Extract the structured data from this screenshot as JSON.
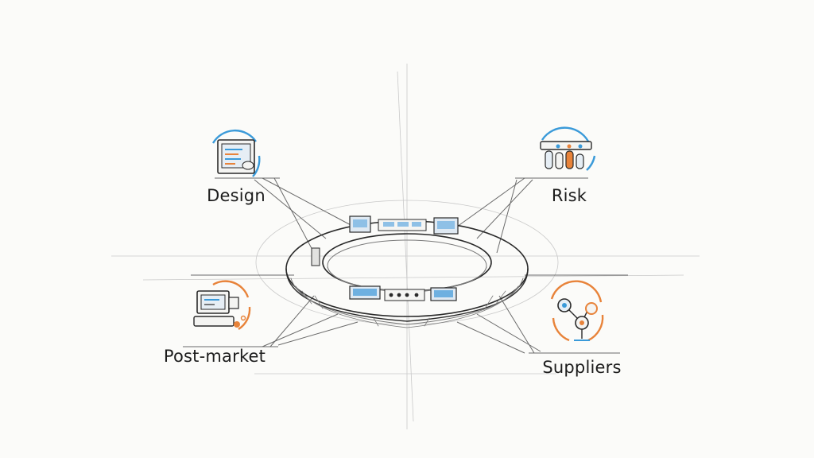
{
  "colors": {
    "background": "#fbfbf9",
    "ink": "#2a2a2a",
    "accent_blue": "#3a9ad9",
    "accent_orange": "#e8833a"
  },
  "center": {
    "icon": "ring-console-icon"
  },
  "nodes": [
    {
      "id": "design",
      "label": "Design",
      "icon": "monitor-document-icon",
      "accent": "#3a9ad9"
    },
    {
      "id": "risk",
      "label": "Risk",
      "icon": "lab-equipment-icon",
      "accent": "#3a9ad9"
    },
    {
      "id": "post_market",
      "label": "Post-market",
      "icon": "computer-printer-icon",
      "accent": "#e8833a"
    },
    {
      "id": "suppliers",
      "label": "Suppliers",
      "icon": "gear-network-icon",
      "accent": "#e8833a"
    }
  ]
}
